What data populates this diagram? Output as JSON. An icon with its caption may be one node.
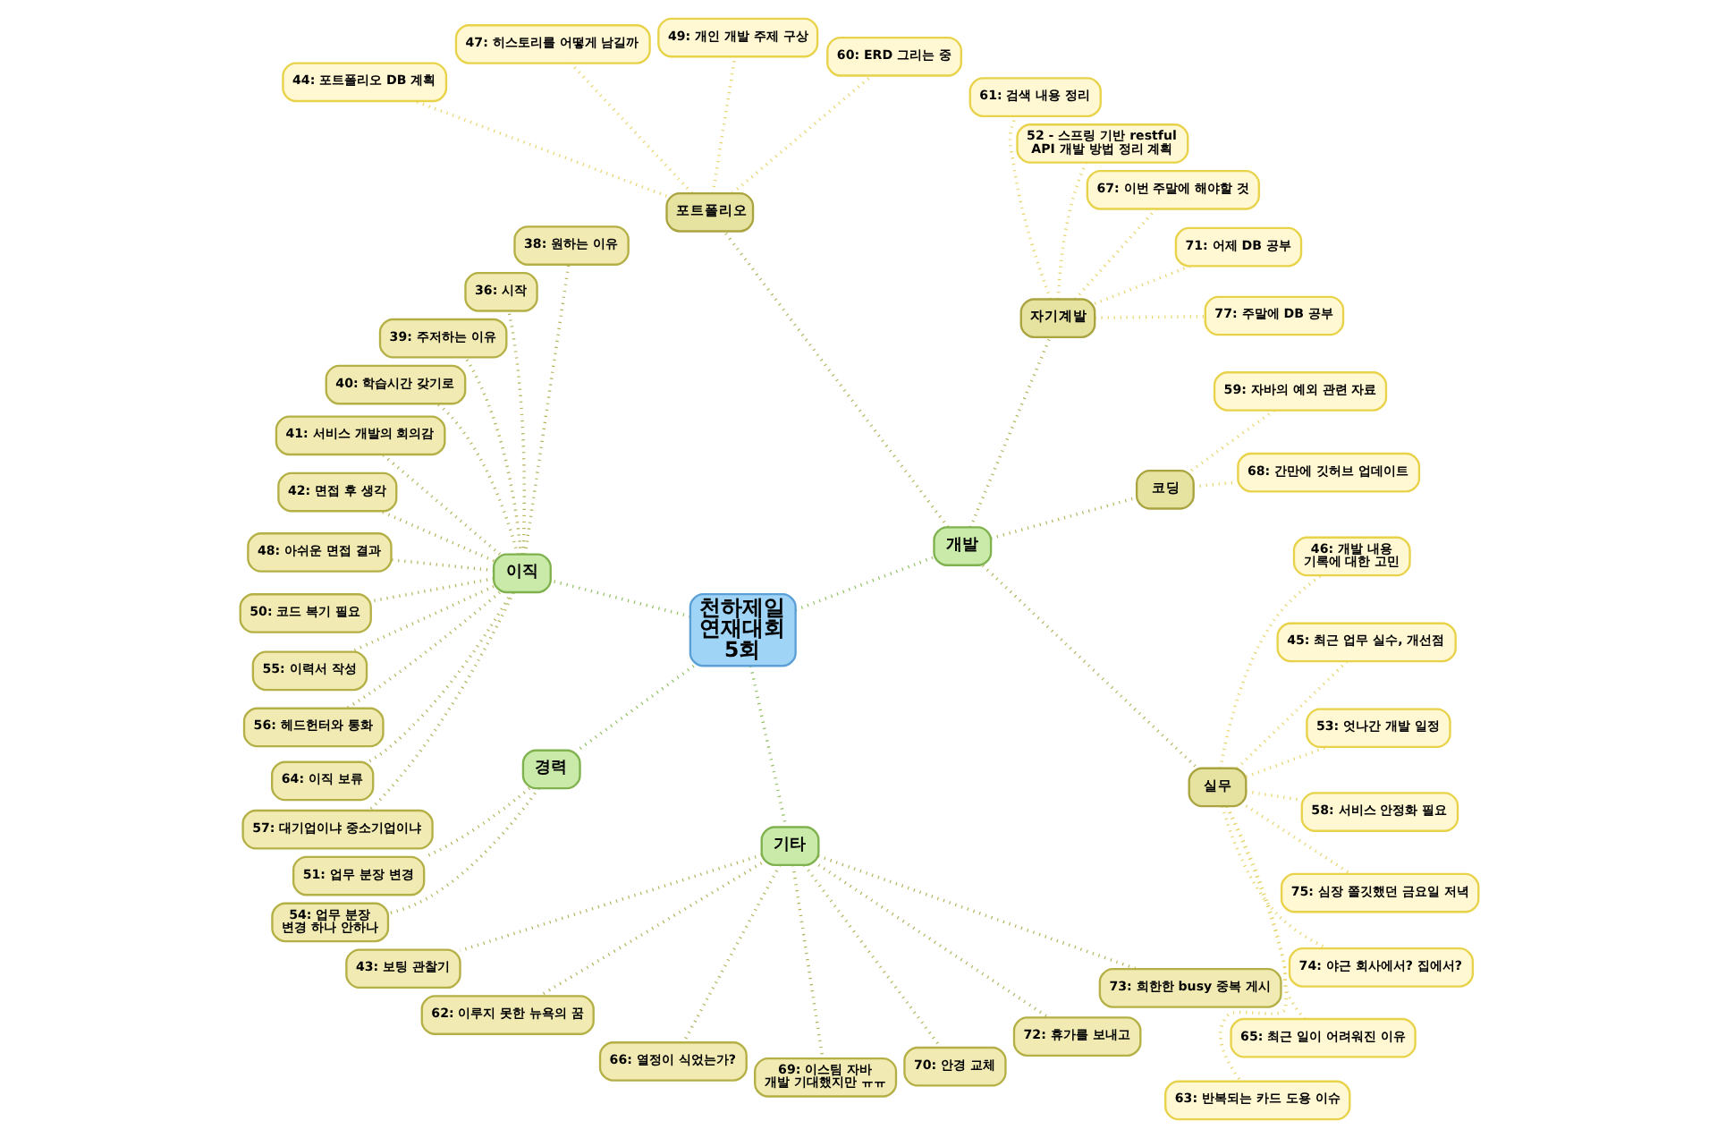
{
  "diagram": {
    "nodes": [
      {
        "text": [
          "천하제일 연재대회 5회"
        ]
      },
      {
        "text": [
          "이직"
        ]
      },
      {
        "text": [
          "40: 학습시간 갖기로"
        ]
      },
      {
        "text": [
          "39: 주저하는 이유"
        ]
      },
      {
        "text": [
          "41: 서비스 개발의 회의감"
        ]
      },
      {
        "text": [
          "38: 원하는 이유"
        ]
      },
      {
        "text": [
          "42: 면접 후 생각"
        ]
      },
      {
        "text": [
          "48: 아쉬운 면접 결과"
        ]
      },
      {
        "text": [
          "36: 시작"
        ]
      },
      {
        "text": [
          "50: 코드 복기 필요"
        ]
      },
      {
        "text": [
          "55: 이력서 작성"
        ]
      },
      {
        "text": [
          "56: 헤드헌터와 통화"
        ]
      },
      {
        "text": [
          "64: 이직 보류"
        ]
      },
      {
        "text": [
          "57: 대기업이냐 중소기업이냐"
        ]
      },
      {
        "text": [
          "경력"
        ]
      },
      {
        "text": [
          "51: 업무 분장 변경"
        ]
      },
      {
        "text": [
          "54: 업무 분장 변경 하나 안하나"
        ]
      },
      {
        "text": [
          "기타"
        ]
      },
      {
        "text": [
          "73: 희한한 busy 중복 게시"
        ]
      },
      {
        "text": [
          "72: 휴가를 보내고"
        ]
      },
      {
        "text": [
          "43: 보팅 관찰기"
        ]
      },
      {
        "text": [
          "66: 열정이 식었는가?"
        ]
      },
      {
        "text": [
          "70: 안경 교체"
        ]
      },
      {
        "text": [
          "62: 이루지 못한 뉴욕의 꿈"
        ]
      },
      {
        "text": [
          "69: 이스팀 자바 개발 기대했지만 ㅠㅠ"
        ]
      },
      {
        "text": [
          "개발"
        ]
      },
      {
        "text": [
          "포트폴리오"
        ]
      },
      {
        "text": [
          "44: 포트폴리오 DB 계획"
        ]
      },
      {
        "text": [
          "47: 히스토리를 어떻게 남길까"
        ]
      },
      {
        "text": [
          "49: 개인 개발 주제 구상"
        ]
      },
      {
        "text": [
          "60: ERD 그리는 중"
        ]
      },
      {
        "text": [
          "자기계발"
        ]
      },
      {
        "text": [
          "61: 검색 내용 정리"
        ]
      },
      {
        "text": [
          "52 - 스프링 기반 restful API 개발 방법 정리 계획"
        ]
      },
      {
        "text": [
          "67: 이번 주말에 해야할 것"
        ]
      },
      {
        "text": [
          "71: 어제 DB 공부"
        ]
      },
      {
        "text": [
          "77: 주말에 DB 공부"
        ]
      },
      {
        "text": [
          "코딩"
        ]
      },
      {
        "text": [
          "59: 자바의 예외 관련 자료"
        ]
      },
      {
        "text": [
          "68: 간만에 깃허브 업데이트"
        ]
      },
      {
        "text": [
          "실무"
        ]
      },
      {
        "text": [
          "45: 최근 업무 실수, 개선점"
        ]
      },
      {
        "text": [
          "46: 개발 내용 기록에 대한 고민"
        ]
      },
      {
        "text": [
          "53: 엇나간 개발 일정"
        ]
      },
      {
        "text": [
          "58: 서비스 안정화 필요"
        ]
      },
      {
        "text": [
          "63: 반복되는 카드 도용 이슈"
        ]
      },
      {
        "text": [
          "65: 최근 일이 어려워진 이유"
        ]
      },
      {
        "text": [
          "74: 야근 회사에서? 집에서?"
        ]
      },
      {
        "text": [
          "75: 심장 쫄깃했던 금요일 저녁"
        ]
      }
    ],
    "edges": [
      {
        "from": 0,
        "to": 1,
        "arrow": "none",
        "color": "#8fbf5f"
      },
      {
        "from": 0,
        "to": 25,
        "arrow": "none",
        "color": "#8fbf5f"
      },
      {
        "from": 0,
        "to": 14,
        "arrow": "none",
        "color": "#8fbf5f"
      },
      {
        "from": 0,
        "to": 17,
        "arrow": "none",
        "color": "#8fbf5f"
      },
      {
        "from": 1,
        "to": 2,
        "arrow": "none"
      },
      {
        "from": 1,
        "to": 3,
        "arrow": "none"
      },
      {
        "from": 1,
        "to": 4,
        "arrow": "none"
      },
      {
        "from": 1,
        "to": 5,
        "arrow": "none"
      },
      {
        "from": 1,
        "to": 6,
        "arrow": "none"
      },
      {
        "from": 1,
        "to": 7,
        "arrow": "none"
      },
      {
        "from": 1,
        "to": 8,
        "arrow": "none"
      },
      {
        "from": 1,
        "to": 9,
        "arrow": "none"
      },
      {
        "from": 1,
        "to": 10,
        "arrow": "none"
      },
      {
        "from": 1,
        "to": 11,
        "arrow": "none"
      },
      {
        "from": 1,
        "to": 12,
        "arrow": "none"
      },
      {
        "from": 1,
        "to": 13,
        "arrow": "none"
      },
      {
        "from": 14,
        "to": 15,
        "arrow": "none"
      },
      {
        "from": 14,
        "to": 16,
        "arrow": "none"
      },
      {
        "from": 17,
        "to": 18,
        "arrow": "none"
      },
      {
        "from": 17,
        "to": 19,
        "arrow": "none"
      },
      {
        "from": 17,
        "to": 20,
        "arrow": "none"
      },
      {
        "from": 17,
        "to": 21,
        "arrow": "none"
      },
      {
        "from": 17,
        "to": 22,
        "arrow": "none"
      },
      {
        "from": 17,
        "to": 23,
        "arrow": "none"
      },
      {
        "from": 17,
        "to": 24,
        "arrow": "none"
      },
      {
        "from": 25,
        "to": 26,
        "arrow": "none"
      },
      {
        "from": 25,
        "to": 31,
        "arrow": "none"
      },
      {
        "from": 25,
        "to": 37,
        "arrow": "none"
      },
      {
        "from": 25,
        "to": 40,
        "arrow": "none"
      },
      {
        "from": 26,
        "to": 27,
        "arrow": "none",
        "color": "#e6d46a"
      },
      {
        "from": 26,
        "to": 28,
        "arrow": "none",
        "color": "#e6d46a"
      },
      {
        "from": 26,
        "to": 29,
        "arrow": "none",
        "color": "#e6d46a"
      },
      {
        "from": 26,
        "to": 30,
        "arrow": "none",
        "color": "#e6d46a"
      },
      {
        "from": 31,
        "to": 32,
        "arrow": "none",
        "color": "#e6d46a"
      },
      {
        "from": 31,
        "to": 33,
        "arrow": "none",
        "color": "#e6d46a"
      },
      {
        "from": 31,
        "to": 34,
        "arrow": "none",
        "color": "#e6d46a"
      },
      {
        "from": 31,
        "to": 35,
        "arrow": "none",
        "color": "#e6d46a"
      },
      {
        "from": 31,
        "to": 36,
        "arrow": "none",
        "color": "#e6d46a"
      },
      {
        "from": 37,
        "to": 38,
        "arrow": "none",
        "color": "#e6d46a"
      },
      {
        "from": 37,
        "to": 39,
        "arrow": "none",
        "color": "#e6d46a"
      },
      {
        "from": 40,
        "to": 41,
        "arrow": "none",
        "color": "#e6d46a"
      },
      {
        "from": 40,
        "to": 42,
        "arrow": "none",
        "color": "#e6d46a"
      },
      {
        "from": 40,
        "to": 43,
        "arrow": "none",
        "color": "#e6d46a"
      },
      {
        "from": 40,
        "to": 44,
        "arrow": "none",
        "color": "#e6d46a"
      },
      {
        "from": 40,
        "to": 45,
        "arrow": "none",
        "color": "#e6d46a"
      },
      {
        "from": 40,
        "to": 46,
        "arrow": "none",
        "color": "#e6d46a"
      },
      {
        "from": 40,
        "to": 47,
        "arrow": "none",
        "color": "#e6d46a"
      },
      {
        "from": 40,
        "to": 48,
        "arrow": "none",
        "color": "#e6d46a"
      }
    ]
  }
}
